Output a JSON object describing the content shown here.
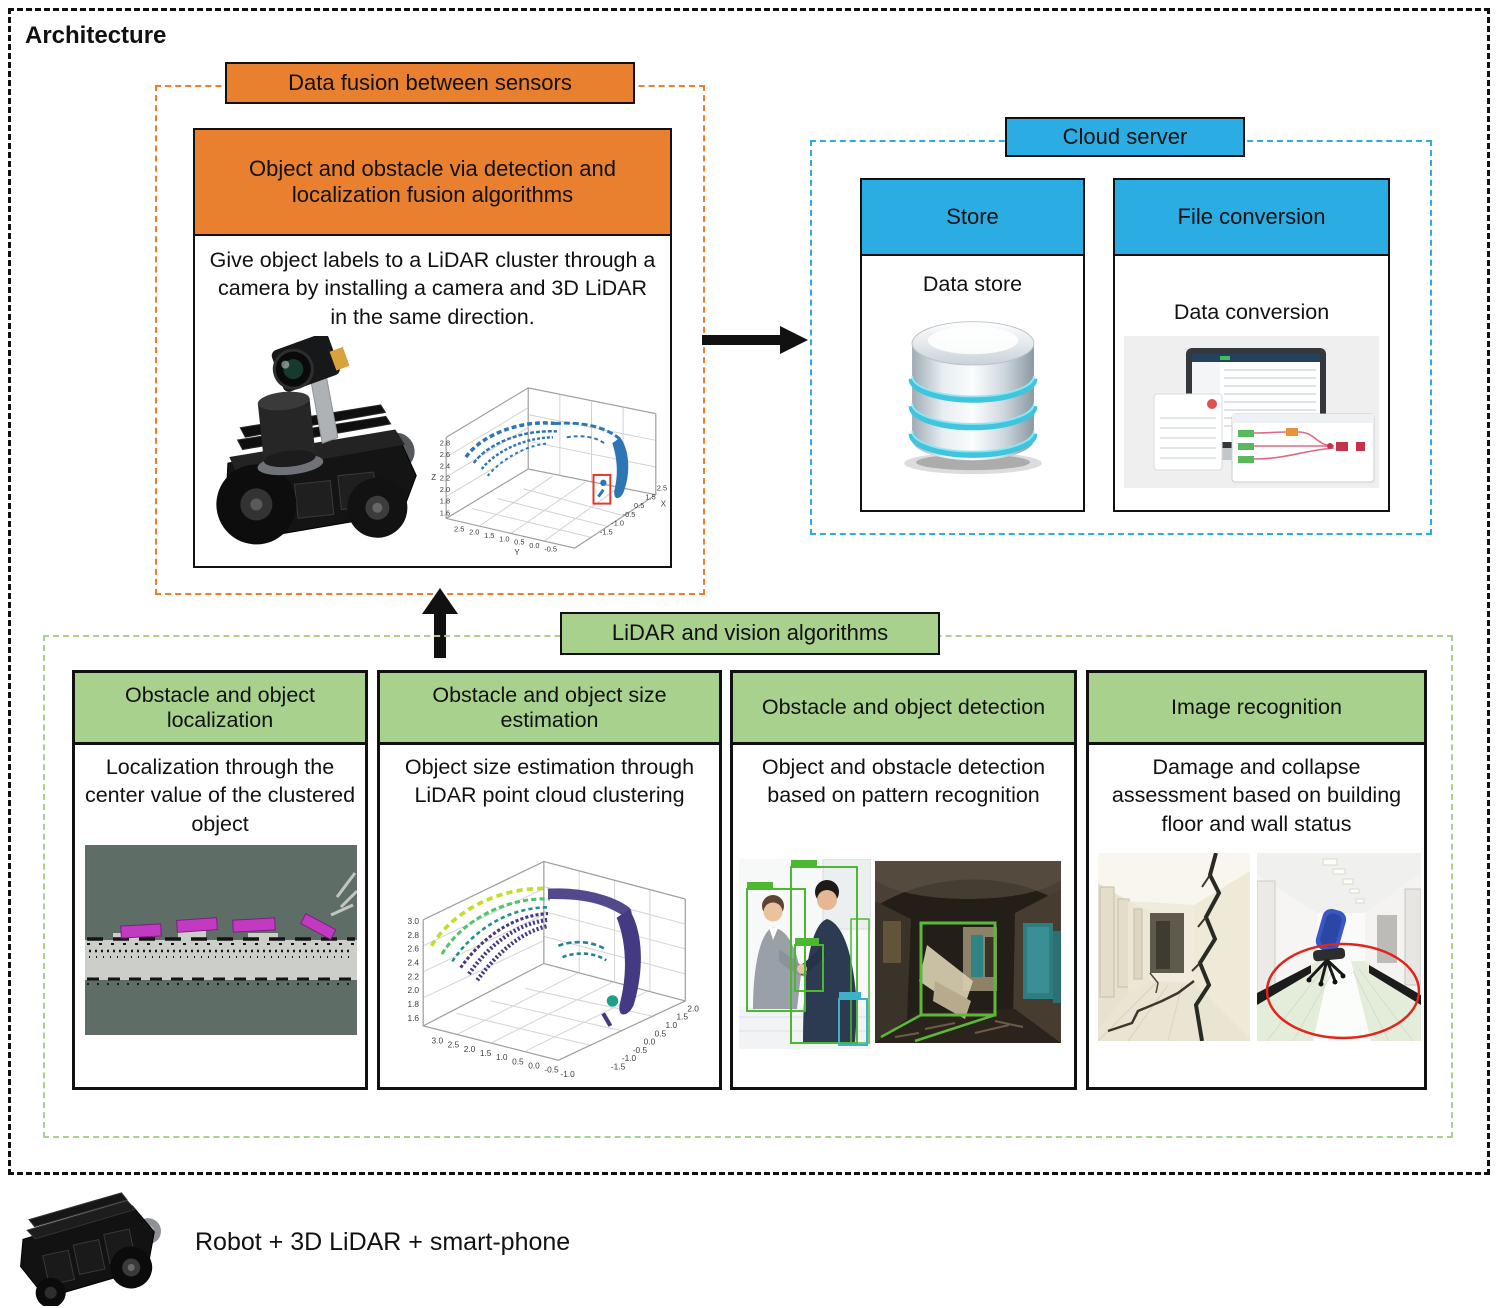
{
  "architecture_label": "Architecture",
  "colors": {
    "orange": "#E8802F",
    "blue": "#2BACE2",
    "green": "#A9D18E"
  },
  "fusion": {
    "group_label": "Data fusion between sensors",
    "title": "Object and obstacle via detection and localization fusion algorithms",
    "body": "Give object labels to a LiDAR cluster through a camera by installing a camera and 3D LiDAR in the same direction."
  },
  "cloud": {
    "group_label": "Cloud server",
    "store_title": "Store",
    "store_body": "Data store",
    "conversion_title": "File conversion",
    "conversion_body": "Data conversion"
  },
  "algorithms": {
    "group_label": "LiDAR and vision algorithms",
    "boxes": [
      {
        "title": "Obstacle and object localization",
        "body": "Localization through the center value of the clustered object"
      },
      {
        "title": "Obstacle and object size estimation",
        "body": "Object size estimation through LiDAR point cloud clustering"
      },
      {
        "title": "Obstacle and object detection",
        "body": "Object and obstacle detection based on pattern recognition"
      },
      {
        "title": "Image recognition",
        "body": "Damage and collapse assessment based on building floor and wall status"
      }
    ]
  },
  "footer_caption": "Robot + 3D LiDAR + smart-phone",
  "plots": {
    "fusion_scatter": {
      "type": "scatter",
      "point_color": "#2E75B6",
      "z_label": "Z",
      "y_label": "Y",
      "x_label": "X",
      "z_ticks": [
        "2.8",
        "2.6",
        "2.4",
        "2.2",
        "2.0",
        "1.8",
        "1.6"
      ],
      "y_ticks": [
        "2.5",
        "2.0",
        "1.5",
        "1.0",
        "0.5",
        "0.0",
        "-0.5"
      ],
      "x_ticks": [
        "2.5",
        "1.5",
        "0.5",
        "-0.5",
        "-1.0",
        "-1.5"
      ]
    },
    "size_scatter": {
      "type": "scatter",
      "z_ticks": [
        "3.0",
        "2.8",
        "2.6",
        "2.4",
        "2.2",
        "2.0",
        "1.8",
        "1.6"
      ],
      "y_ticks": [
        "3.0",
        "2.5",
        "2.0",
        "1.5",
        "1.0",
        "0.5",
        "0.0",
        "-0.5",
        "-1.0"
      ],
      "x_ticks": [
        "2.0",
        "1.5",
        "1.0",
        "0.5",
        "0.0",
        "-0.5",
        "-1.0",
        "-1.5"
      ]
    }
  }
}
